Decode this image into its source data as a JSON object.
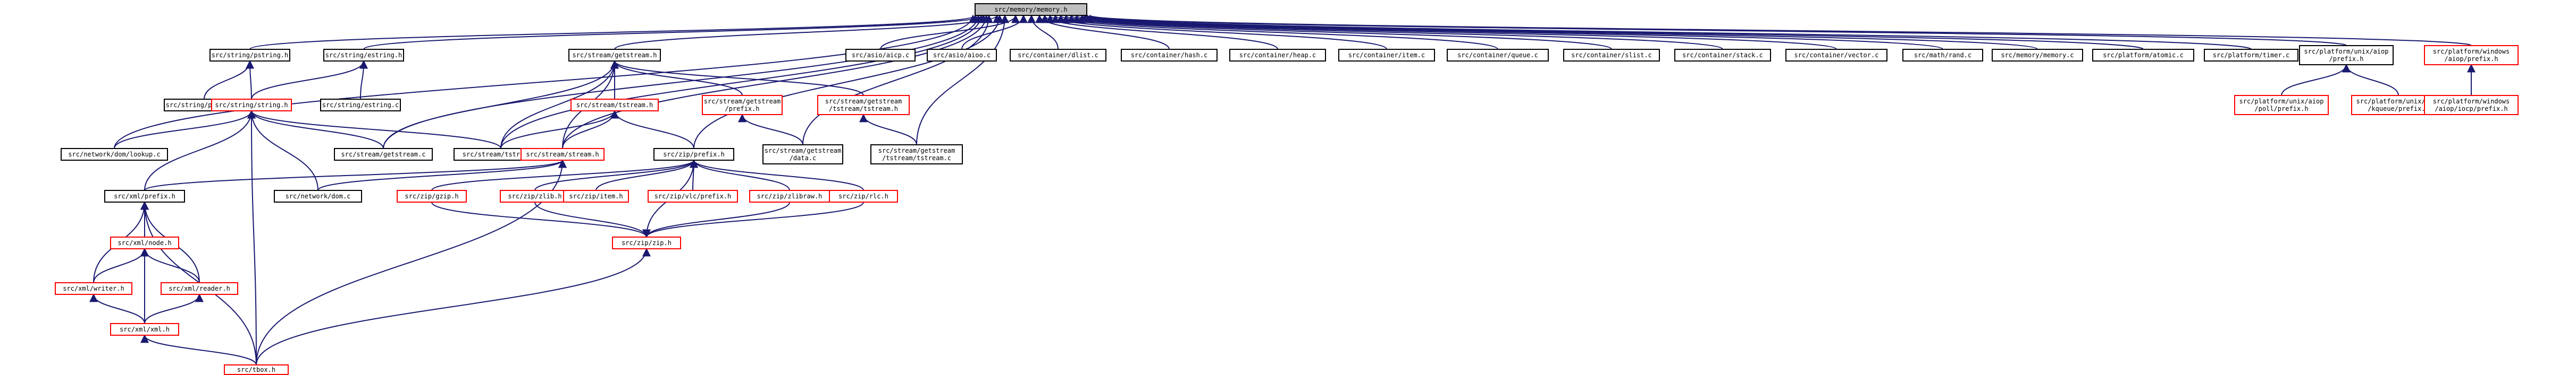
{
  "graph": {
    "edge_color": "#191970",
    "border_colors": {
      "normal": "#000000",
      "red": "#ff0000",
      "root_fill": "#bfbfbf"
    },
    "nodes": [
      {
        "id": "memory_h",
        "lines": [
          "src/memory/memory.h"
        ],
        "kind": "root"
      },
      {
        "id": "string_pstring_h",
        "lines": [
          "src/string/pstring.h"
        ],
        "kind": "normal"
      },
      {
        "id": "string_estring_h",
        "lines": [
          "src/string/estring.h"
        ],
        "kind": "normal"
      },
      {
        "id": "string_pstring_c",
        "lines": [
          "src/string/pstring.c"
        ],
        "kind": "normal"
      },
      {
        "id": "string_estring_c",
        "lines": [
          "src/string/estring.c"
        ],
        "kind": "normal"
      },
      {
        "id": "string_string_h",
        "lines": [
          "src/string/string.h"
        ],
        "kind": "red"
      },
      {
        "id": "network_dom_lookup_c",
        "lines": [
          "src/network/dom/lookup.c"
        ],
        "kind": "normal"
      },
      {
        "id": "stream_getstream_h",
        "lines": [
          "src/stream/getstream.h"
        ],
        "kind": "normal"
      },
      {
        "id": "stream_getstream_prefix_h",
        "lines": [
          "src/stream/getstream",
          "/prefix.h"
        ],
        "kind": "red"
      },
      {
        "id": "stream_getstream_tstream_h",
        "lines": [
          "src/stream/getstream",
          "/tstream/tstream.h"
        ],
        "kind": "red"
      },
      {
        "id": "stream_tstream_h",
        "lines": [
          "src/stream/tstream.h"
        ],
        "kind": "red"
      },
      {
        "id": "stream_getstream_c",
        "lines": [
          "src/stream/getstream.c"
        ],
        "kind": "normal"
      },
      {
        "id": "stream_tstream_c",
        "lines": [
          "src/stream/tstream.c"
        ],
        "kind": "normal"
      },
      {
        "id": "stream_getstream_data_c",
        "lines": [
          "src/stream/getstream",
          "/data.c"
        ],
        "kind": "normal"
      },
      {
        "id": "stream_getstream_tstream_c",
        "lines": [
          "src/stream/getstream",
          "/tstream/tstream.c"
        ],
        "kind": "normal"
      },
      {
        "id": "stream_stream_h",
        "lines": [
          "src/stream/stream.h"
        ],
        "kind": "red"
      },
      {
        "id": "zip_prefix_h",
        "lines": [
          "src/zip/prefix.h"
        ],
        "kind": "normal"
      },
      {
        "id": "xml_prefix_h",
        "lines": [
          "src/xml/prefix.h"
        ],
        "kind": "normal"
      },
      {
        "id": "network_dom_c",
        "lines": [
          "src/network/dom.c"
        ],
        "kind": "normal"
      },
      {
        "id": "zip_gzip_h",
        "lines": [
          "src/zip/gzip.h"
        ],
        "kind": "red"
      },
      {
        "id": "zip_zlib_h",
        "lines": [
          "src/zip/zlib.h"
        ],
        "kind": "red"
      },
      {
        "id": "zip_item_h",
        "lines": [
          "src/zip/item.h"
        ],
        "kind": "red"
      },
      {
        "id": "zip_vlc_prefix_h",
        "lines": [
          "src/zip/vlc/prefix.h"
        ],
        "kind": "red"
      },
      {
        "id": "zip_zlibraw_h",
        "lines": [
          "src/zip/zlibraw.h"
        ],
        "kind": "red"
      },
      {
        "id": "zip_rlc_h",
        "lines": [
          "src/zip/rlc.h"
        ],
        "kind": "red"
      },
      {
        "id": "zip_zip_h",
        "lines": [
          "src/zip/zip.h"
        ],
        "kind": "red"
      },
      {
        "id": "xml_node_h",
        "lines": [
          "src/xml/node.h"
        ],
        "kind": "red"
      },
      {
        "id": "xml_writer_h",
        "lines": [
          "src/xml/writer.h"
        ],
        "kind": "red"
      },
      {
        "id": "xml_reader_h",
        "lines": [
          "src/xml/reader.h"
        ],
        "kind": "red"
      },
      {
        "id": "xml_xml_h",
        "lines": [
          "src/xml/xml.h"
        ],
        "kind": "red"
      },
      {
        "id": "tbox_h",
        "lines": [
          "src/tbox.h"
        ],
        "kind": "red"
      },
      {
        "id": "asio_aicp_c",
        "lines": [
          "src/asio/aicp.c"
        ],
        "kind": "normal"
      },
      {
        "id": "asio_aioo_c",
        "lines": [
          "src/asio/aioo.c"
        ],
        "kind": "normal"
      },
      {
        "id": "container_dlist_c",
        "lines": [
          "src/container/dlist.c"
        ],
        "kind": "normal"
      },
      {
        "id": "container_hash_c",
        "lines": [
          "src/container/hash.c"
        ],
        "kind": "normal"
      },
      {
        "id": "container_heap_c",
        "lines": [
          "src/container/heap.c"
        ],
        "kind": "normal"
      },
      {
        "id": "container_item_c",
        "lines": [
          "src/container/item.c"
        ],
        "kind": "normal"
      },
      {
        "id": "container_queue_c",
        "lines": [
          "src/container/queue.c"
        ],
        "kind": "normal"
      },
      {
        "id": "container_slist_c",
        "lines": [
          "src/container/slist.c"
        ],
        "kind": "normal"
      },
      {
        "id": "container_stack_c",
        "lines": [
          "src/container/stack.c"
        ],
        "kind": "normal"
      },
      {
        "id": "container_vector_c",
        "lines": [
          "src/container/vector.c"
        ],
        "kind": "normal"
      },
      {
        "id": "math_rand_c",
        "lines": [
          "src/math/rand.c"
        ],
        "kind": "normal"
      },
      {
        "id": "memory_memory_c",
        "lines": [
          "src/memory/memory.c"
        ],
        "kind": "normal"
      },
      {
        "id": "platform_atomic_c",
        "lines": [
          "src/platform/atomic.c"
        ],
        "kind": "normal"
      },
      {
        "id": "platform_timer_c",
        "lines": [
          "src/platform/timer.c"
        ],
        "kind": "normal"
      },
      {
        "id": "platform_unix_aiop_prefix_h",
        "lines": [
          "src/platform/unix/aiop",
          "/prefix.h"
        ],
        "kind": "normal"
      },
      {
        "id": "platform_windows_aiop_prefix_h",
        "lines": [
          "src/platform/windows",
          "/aiop/prefix.h"
        ],
        "kind": "red"
      },
      {
        "id": "platform_unix_aiop_poll_h",
        "lines": [
          "src/platform/unix/aiop",
          "/poll/prefix.h"
        ],
        "kind": "red"
      },
      {
        "id": "platform_unix_aiop_kq_h",
        "lines": [
          "src/platform/unix/aiop",
          "/kqueue/prefix.h"
        ],
        "kind": "red"
      },
      {
        "id": "platform_windows_aiop_iocp_h",
        "lines": [
          "src/platform/windows",
          "/aiop/iocp/prefix.h"
        ],
        "kind": "red"
      }
    ]
  }
}
